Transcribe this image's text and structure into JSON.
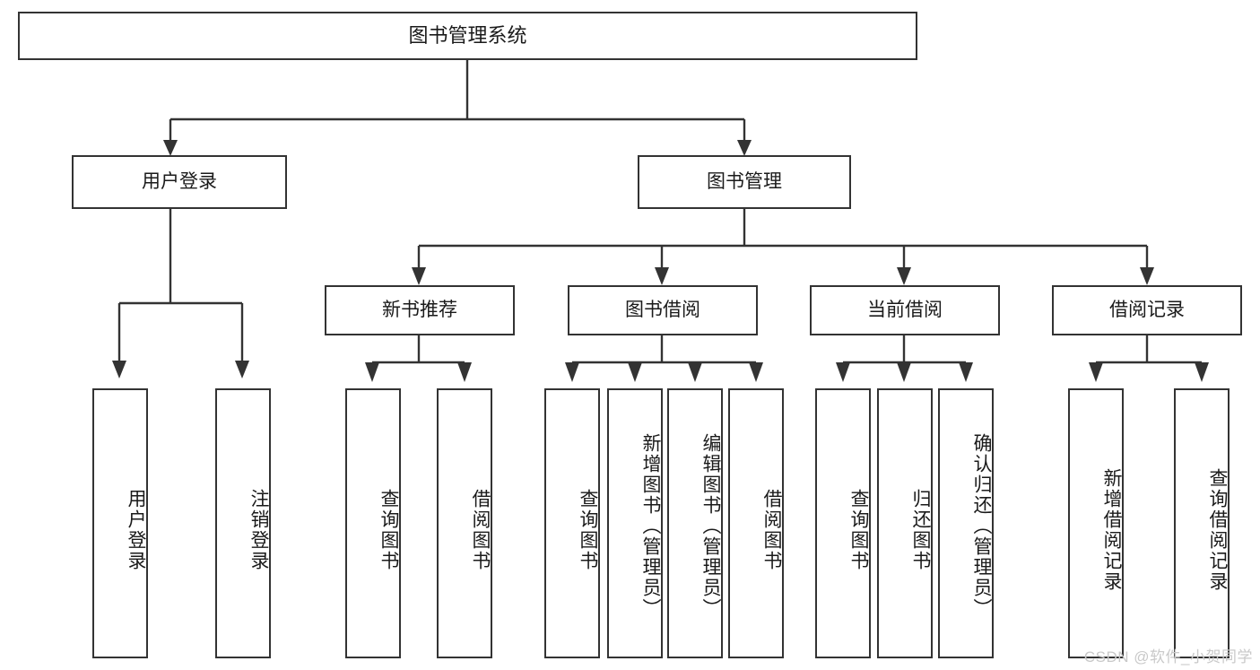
{
  "diagram": {
    "title": "图书管理系统",
    "root": {
      "label": "图书管理系统"
    },
    "level1": [
      {
        "label": "用户登录"
      },
      {
        "label": "图书管理"
      }
    ],
    "level2": [
      {
        "label": "新书推荐"
      },
      {
        "label": "图书借阅"
      },
      {
        "label": "当前借阅"
      },
      {
        "label": "借阅记录"
      }
    ],
    "leaves": {
      "user_login": [
        {
          "label": "用户登录"
        },
        {
          "label": "注销登录"
        }
      ],
      "new_book_recommend": [
        {
          "label": "查询图书"
        },
        {
          "label": "借阅图书"
        }
      ],
      "book_borrow": [
        {
          "label": "查询图书"
        },
        {
          "label": "新增图书（管理员）"
        },
        {
          "label": "编辑图书（管理员）"
        },
        {
          "label": "借阅图书"
        }
      ],
      "current_borrow": [
        {
          "label": "查询图书"
        },
        {
          "label": "归还图书"
        },
        {
          "label": "确认归还（管理员）"
        }
      ],
      "borrow_record": [
        {
          "label": "新增借阅记录"
        },
        {
          "label": "查询借阅记录"
        }
      ]
    }
  },
  "watermark": {
    "text": "CSDN @软件_小贺同学"
  },
  "colors": {
    "stroke": "#333333",
    "background": "#ffffff",
    "text": "#1a1a1a",
    "watermark": "#c9c9c9"
  }
}
